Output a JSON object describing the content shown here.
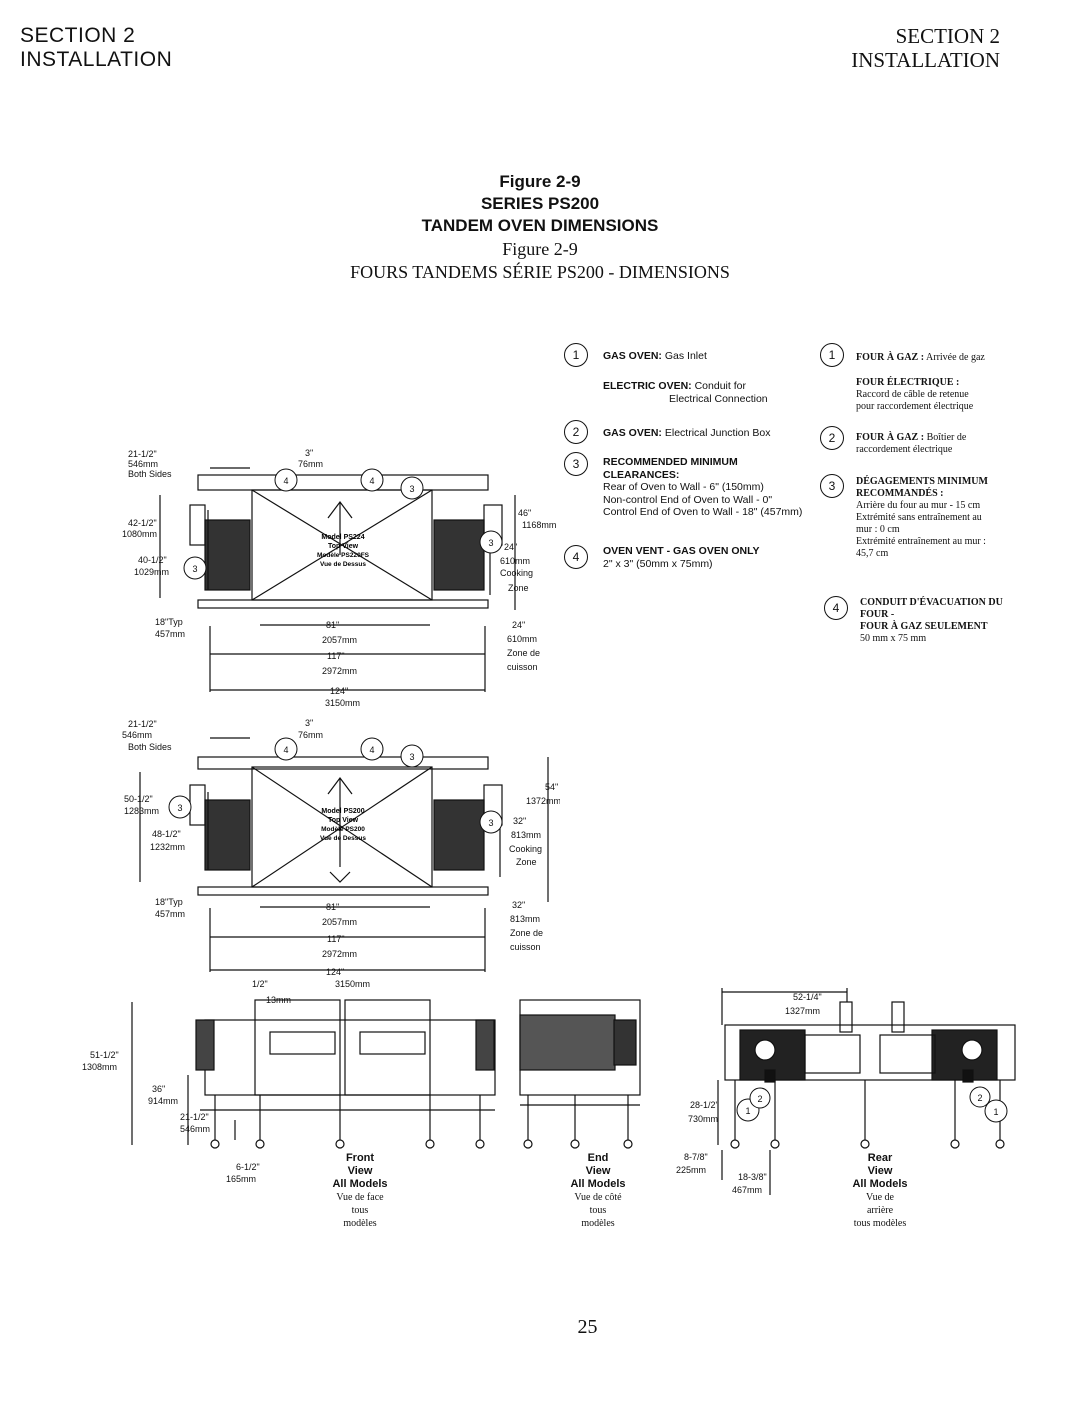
{
  "header": {
    "left_section": "SECTION 2",
    "left_title": "INSTALLATION",
    "right_section": "SECTION 2",
    "right_title": "INSTALLATION"
  },
  "figure": {
    "label_en": "Figure 2-9",
    "series_en": "SERIES PS200",
    "title_en": "TANDEM OVEN DIMENSIONS",
    "label_fr": "Figure 2-9",
    "title_fr": "FOURS TANDEMS SÉRIE PS200 - DIMENSIONS"
  },
  "legend_en": {
    "n1": "1",
    "l1_gas": "GAS OVEN:",
    "l1_gas_text": "Gas Inlet",
    "l1_elec": "ELECTRIC OVEN:",
    "l1_elec_text": "Conduit for",
    "l1_elec_text2": "Electrical Connection",
    "n2": "2",
    "l2_gas": "GAS OVEN:",
    "l2_text": "Electrical Junction Box",
    "n3": "3",
    "l3_title1": "RECOMMENDED MINIMUM",
    "l3_title2": "CLEARANCES:",
    "l3_a": "Rear of Oven to Wall - 6\" (150mm)",
    "l3_b": "Non-control End of Oven to Wall - 0\"",
    "l3_c": "Control End of Oven to Wall - 18\" (457mm)",
    "n4": "4",
    "l4_title": "OVEN VENT - GAS OVEN ONLY",
    "l4_text": "2\" x 3\" (50mm x 75mm)"
  },
  "legend_fr": {
    "n1": "1",
    "l1_a": "FOUR À GAZ :",
    "l1_a_text": "Arrivée de gaz",
    "l1_b": "FOUR ÉLECTRIQUE :",
    "l1_b_text1": "Raccord de câble de retenue",
    "l1_b_text2": "pour raccordement électrique",
    "n2": "2",
    "l2_a": "FOUR À GAZ :",
    "l2_a_text": "Boîtier de",
    "l2_a_text2": "raccordement électrique",
    "n3": "3",
    "l3_title1": "DÉGAGEMENTS MINIMUM",
    "l3_title2": "RECOMMANDÉS :",
    "l3_a": "Arrière du four au mur - 15 cm",
    "l3_b": "Extrémité sans entraînement au",
    "l3_b2": "mur : 0 cm",
    "l3_c": "Extrémité entraînement au mur :",
    "l3_c2": "45,7 cm",
    "n4": "4",
    "l4_title1": "CONDUIT D'ÉVACUATION DU",
    "l4_title2": "FOUR -",
    "l4_title3": "FOUR À GAZ SEULEMENT",
    "l4_text": "50 mm x 75 mm"
  },
  "top_view_1": {
    "model": "Model PS224",
    "view": "Top View",
    "model_fr": "Modèle PS220FS",
    "view_fr": "Vue de Dessus",
    "d_both_in": "21-1/2\"",
    "d_both_mm": "546mm",
    "d_both_label": "Both Sides",
    "d_3in": "3\"",
    "d_76mm": "76mm",
    "d_42": "42-1/2\"",
    "d_1080": "1080mm",
    "d_40": "40-1/2\"",
    "d_1029": "1029mm",
    "d_46": "46\"",
    "d_1168": "1168mm",
    "d_24": "24\"",
    "d_610": "610mm",
    "d_cooking": "Cooking",
    "d_zone": "Zone",
    "d_18": "18\"Typ",
    "d_457": "457mm",
    "d_81": "81\"",
    "d_2057": "2057mm",
    "d_117": "117\"",
    "d_2972": "2972mm",
    "d_124": "124\"",
    "d_3150": "3150mm",
    "d_24b": "24\"",
    "d_610b": "610mm",
    "d_zone_fr": "Zone de",
    "d_cuisson": "cuisson"
  },
  "top_view_2": {
    "model": "Model PS200",
    "view": "Top View",
    "model_fr": "Modèle PS200",
    "view_fr": "Vue de Dessus",
    "d_both_in": "21-1/2\"",
    "d_both_mm": "546mm",
    "d_both_label": "Both Sides",
    "d_3in": "3\"",
    "d_76mm": "76mm",
    "d_50": "50-1/2\"",
    "d_1283": "1283mm",
    "d_48": "48-1/2\"",
    "d_1232": "1232mm",
    "d_54": "54\"",
    "d_1372": "1372mm",
    "d_32": "32\"",
    "d_813": "813mm",
    "d_cooking": "Cooking",
    "d_zone": "Zone",
    "d_18": "18\"Typ",
    "d_457": "457mm",
    "d_81": "81\"",
    "d_2057": "2057mm",
    "d_117": "117\"",
    "d_2972": "2972mm",
    "d_124": "124\"",
    "d_3150": "3150mm",
    "d_32b": "32\"",
    "d_813b": "813mm",
    "d_zone_fr": "Zone de",
    "d_cuisson": "cuisson"
  },
  "elevations": {
    "d_half": "1/2\"",
    "d_13": "13mm",
    "d_51": "51-1/2\"",
    "d_1308": "1308mm",
    "d_36": "36\"",
    "d_914": "914mm",
    "d_21": "21-1/2\"",
    "d_546": "546mm",
    "d_6": "6-1/2\"",
    "d_165": "165mm",
    "d_52": "52-1/4\"",
    "d_1327": "1327mm",
    "d_28": "28-1/2\"",
    "d_730": "730mm",
    "d_8": "8-7/8\"",
    "d_225": "225mm",
    "d_18b": "18-3/8\"",
    "d_467": "467mm",
    "front_1": "Front",
    "front_2": "View",
    "front_3": "All Models",
    "front_fr1": "Vue de face",
    "front_fr2": "tous",
    "front_fr3": "modèles",
    "end_1": "End",
    "end_2": "View",
    "end_3": "All Models",
    "end_fr1": "Vue de côté",
    "end_fr2": "tous",
    "end_fr3": "modèles",
    "rear_1": "Rear",
    "rear_2": "View",
    "rear_3": "All Models",
    "rear_fr1": "Vue de",
    "rear_fr2": "arrière",
    "rear_fr3": "tous modèles"
  },
  "page_number": "25"
}
